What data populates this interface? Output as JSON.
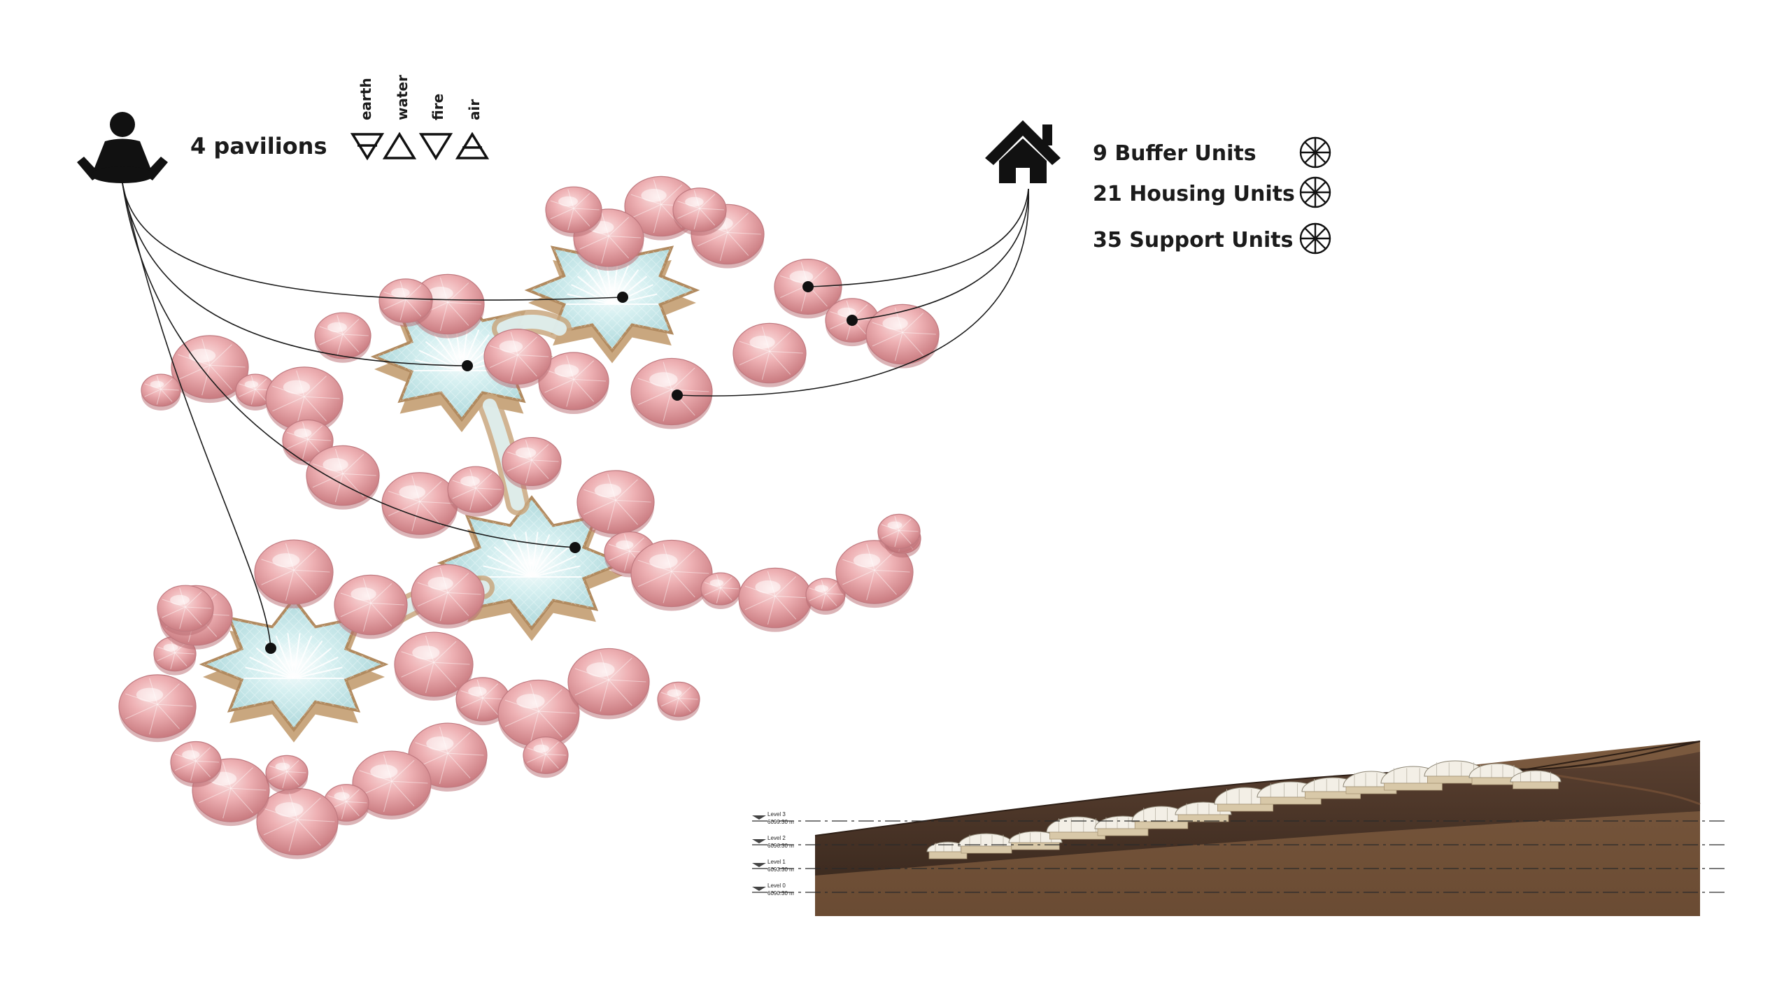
{
  "legend": {
    "pavilions_label": "4 pavilions",
    "elements": [
      {
        "name": "earth",
        "symbol": "down-triangle-bar-icon"
      },
      {
        "name": "water",
        "symbol": "up-triangle-icon"
      },
      {
        "name": "fire",
        "symbol": "down-triangle-icon"
      },
      {
        "name": "air",
        "symbol": "up-triangle-bar-icon"
      }
    ],
    "units": [
      {
        "label": "9 Buffer Units",
        "icon": "wheel-icon"
      },
      {
        "label": "21 Housing Units",
        "icon": "wheel-icon"
      },
      {
        "label": "35 Support Units",
        "icon": "wheel-icon"
      }
    ],
    "colors": {
      "unit_pink": "#e8a3a6",
      "pool_blue": "#bfe3e6",
      "frame_beige": "#c9a77f",
      "soil_dark": "#4a3426",
      "soil_mid": "#6b4a35"
    }
  },
  "section": {
    "levels": [
      {
        "name": "Level 3",
        "elevation": "6099.30 m"
      },
      {
        "name": "Level 2",
        "elevation": "6096.30 m"
      },
      {
        "name": "Level 1",
        "elevation": "6093.30 m"
      },
      {
        "name": "Level 0",
        "elevation": "6090.30 m"
      }
    ]
  }
}
